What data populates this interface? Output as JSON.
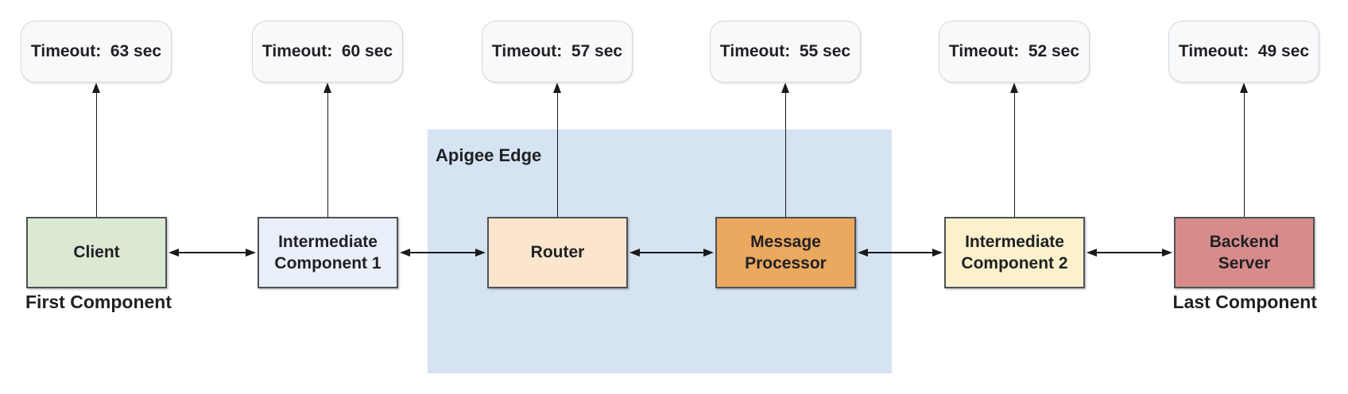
{
  "diagram": {
    "title_region_label": "Apigee Edge",
    "first_component_caption": "First Component",
    "last_component_caption": "Last Component",
    "components": [
      {
        "name": "Client",
        "timeout_label": "Timeout:  63 sec",
        "timeout_sec": 63,
        "fill": "#dbe9d3"
      },
      {
        "name": "Intermediate Component 1",
        "timeout_label": "Timeout:  60 sec",
        "timeout_sec": 60,
        "fill": "#e9eff8"
      },
      {
        "name": "Router",
        "timeout_label": "Timeout:  57 sec",
        "timeout_sec": 57,
        "fill": "#fbe5cd"
      },
      {
        "name": "Message Processor",
        "timeout_label": "Timeout:  55 sec",
        "timeout_sec": 55,
        "fill": "#eba85f"
      },
      {
        "name": "Intermediate Component 2",
        "timeout_label": "Timeout:  52 sec",
        "timeout_sec": 52,
        "fill": "#fbf1cc"
      },
      {
        "name": "Backend Server",
        "timeout_label": "Timeout:  49 sec",
        "timeout_sec": 49,
        "fill": "#d78c8b"
      }
    ],
    "connections": [
      "Client <-> Intermediate Component 1",
      "Intermediate Component 1 <-> Router",
      "Router <-> Message Processor",
      "Message Processor <-> Intermediate Component 2",
      "Intermediate Component 2 <-> Backend Server"
    ],
    "colors": {
      "canvas_bg": "#ffffff",
      "apigee_region_bg": "#d5e3f2",
      "timeout_box_bg": "#f8f9fa",
      "timeout_box_border": "#d3d7dc",
      "component_border": "#4d5156",
      "arrow": "#1a1a1a",
      "text": "#202124"
    }
  }
}
